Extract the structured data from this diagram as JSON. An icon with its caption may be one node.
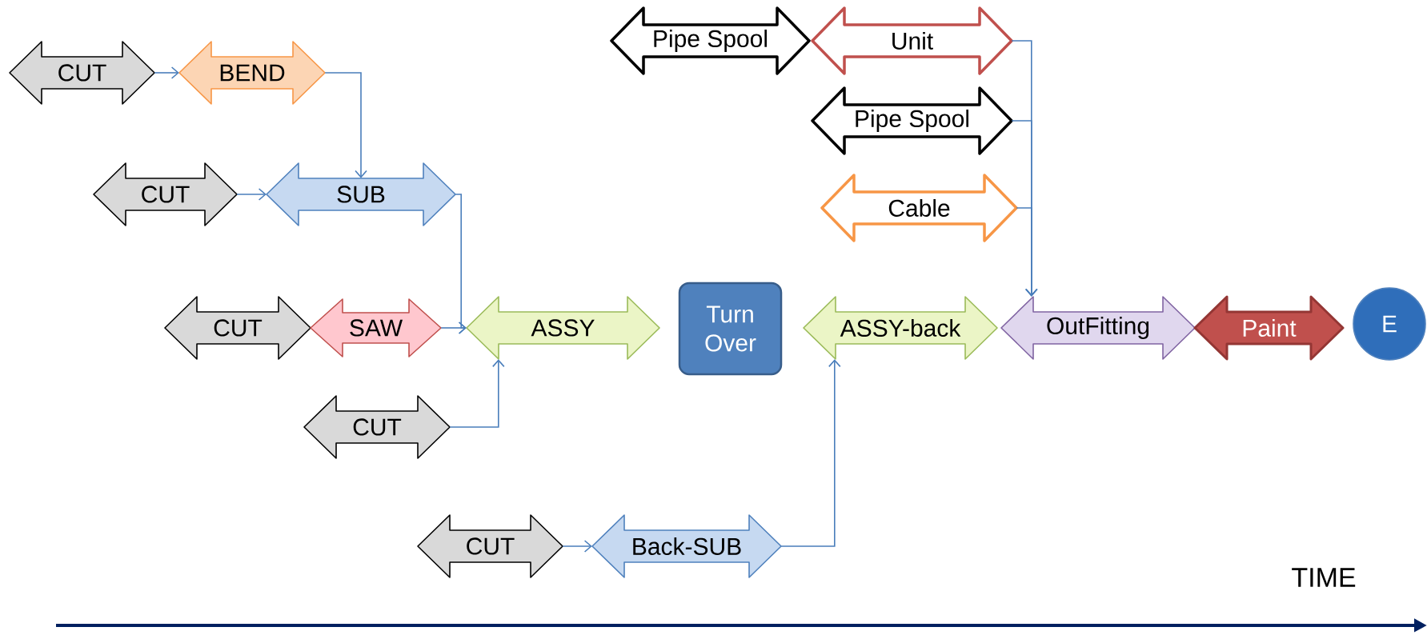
{
  "diagram": {
    "nodes": [
      {
        "text": [
          "CUT"
        ]
      },
      {
        "text": [
          "BEND"
        ]
      },
      {
        "text": [
          "CUT"
        ]
      },
      {
        "text": [
          "SUB"
        ]
      },
      {
        "text": [
          "CUT"
        ]
      },
      {
        "text": [
          "SAW"
        ]
      },
      {
        "text": [
          "ASSY"
        ]
      },
      {
        "text": [
          "CUT"
        ]
      },
      {
        "text": [
          "Turn Over"
        ]
      },
      {
        "text": [
          "Pipe Spool"
        ]
      },
      {
        "text": [
          "Unit"
        ]
      },
      {
        "text": [
          "Pipe Spool"
        ]
      },
      {
        "text": [
          "Cable"
        ]
      },
      {
        "text": [
          "ASSY-back"
        ]
      },
      {
        "text": [
          "OutFitting"
        ]
      },
      {
        "text": [
          "Paint"
        ]
      },
      {
        "text": [
          "E"
        ]
      },
      {
        "text": [
          "CUT"
        ]
      },
      {
        "text": [
          "Back-SUB"
        ]
      }
    ],
    "edges": [
      {
        "from": 0,
        "to": 1,
        "arrow": "to"
      },
      {
        "from": 1,
        "to": 3,
        "arrow": "to"
      },
      {
        "from": 2,
        "to": 3,
        "arrow": "to"
      },
      {
        "from": 3,
        "to": 6,
        "arrow": "to"
      },
      {
        "from": 5,
        "to": 6,
        "arrow": "to"
      },
      {
        "from": 7,
        "to": 6,
        "arrow": "to"
      },
      {
        "from": 17,
        "to": 18,
        "arrow": "to"
      },
      {
        "from": 18,
        "to": 13,
        "arrow": "to"
      },
      {
        "from": 10,
        "to": 14,
        "arrow": "to"
      },
      {
        "from": 11,
        "to": 14,
        "arrow": "to"
      },
      {
        "from": 12,
        "to": 14,
        "arrow": "to"
      }
    ],
    "labels": [
      "TIME"
    ]
  }
}
